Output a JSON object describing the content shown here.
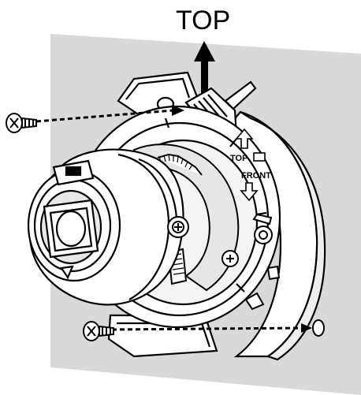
{
  "labels": {
    "top_main": "TOP",
    "body_top": "TOP",
    "body_front": "FRONT"
  },
  "colors": {
    "wall": "#d9d9d9",
    "line": "#000000",
    "fill": "#ffffff",
    "shade": "#bfbfbf"
  },
  "icons": {
    "screw_upper": "screw-icon",
    "screw_lower": "screw-icon",
    "up_arrow": "arrow-up-icon"
  }
}
